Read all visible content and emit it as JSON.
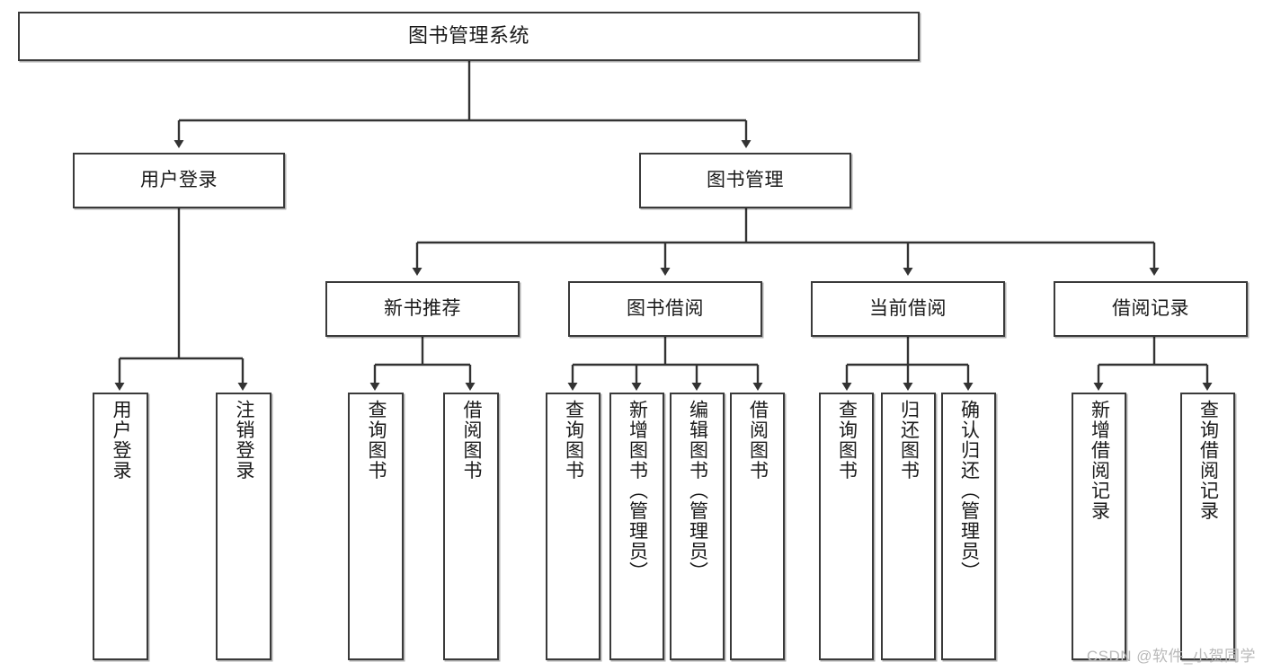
{
  "diagram": {
    "title": "图书管理系统",
    "type": "hierarchy-tree",
    "watermark": "CSDN @软件_小贺同学",
    "colors": {
      "node_border": "#3a3a3a",
      "node_fill": "#ffffff",
      "connector": "#333333",
      "text": "#1a1a1a",
      "watermark": "#b9b9b9"
    },
    "root": {
      "label": "图书管理系统"
    },
    "level1": [
      {
        "label": "用户登录"
      },
      {
        "label": "图书管理"
      }
    ],
    "level2": [
      {
        "label": "新书推荐"
      },
      {
        "label": "图书借阅"
      },
      {
        "label": "当前借阅"
      },
      {
        "label": "借阅记录"
      }
    ],
    "leaves": {
      "user_login": [
        {
          "label": "用户登录"
        },
        {
          "label": "注销登录"
        }
      ],
      "new_book_recommend": [
        {
          "label": "查询图书"
        },
        {
          "label": "借阅图书"
        }
      ],
      "book_borrow": [
        {
          "label": "查询图书"
        },
        {
          "label": "新增图书（管理员）"
        },
        {
          "label": "编辑图书（管理员）"
        },
        {
          "label": "借阅图书"
        }
      ],
      "current_borrow": [
        {
          "label": "查询图书"
        },
        {
          "label": "归还图书"
        },
        {
          "label": "确认归还（管理员）"
        }
      ],
      "borrow_record": [
        {
          "label": "新增借阅记录"
        },
        {
          "label": "查询借阅记录"
        }
      ]
    }
  }
}
